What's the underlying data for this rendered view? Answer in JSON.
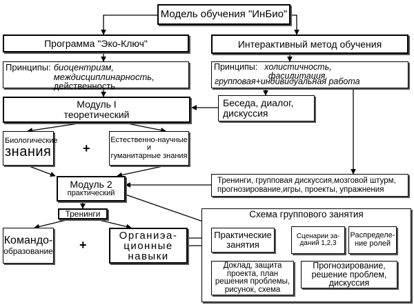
{
  "model": "Модель обучения \"ИнБио\"",
  "program": "Программа \"Эко-Ключ\"",
  "method": "Интерактивный метод обучения",
  "principles_left": {
    "prefix": "Принципы:",
    "line1": "биоцентризм,",
    "line2": "междисциплинарность,",
    "line3": "действенность"
  },
  "principles_right": {
    "prefix": "Принципы:",
    "line1": "холистичность,",
    "line2": "фасилитация,",
    "line3": "групповая+индивидуальная работа"
  },
  "module1": {
    "line1": "Модуль I",
    "line2": "теоретический"
  },
  "conversation": {
    "line1": "Беседа, диалог,",
    "line2": "дискуссия"
  },
  "bio_knowledge": {
    "line1": "Биологические",
    "line2": "знания"
  },
  "plus": "+",
  "science_humanities": {
    "line1": "Естественно-научные и",
    "line2": "гуманитарные знания"
  },
  "module2": {
    "line1": "Модуль 2",
    "line2": "практический"
  },
  "trainings_list": {
    "line1": "Тренинги, групповая дискуссия,мозговой штурм,",
    "line2": "прогнозирование,игры, проекты, упражнения"
  },
  "trainings_label": "Тренинги",
  "team_education": {
    "line1": "Командо-",
    "line2": "образование"
  },
  "org_skills": {
    "line1": "Органиэа-",
    "line2": "ционные",
    "line3": "навыки"
  },
  "group_scheme": {
    "title": "Схема группового  занятия",
    "practical": {
      "line1": "Практические",
      "line2": "занятия"
    },
    "scenarios": {
      "line1": "Сценарии за-",
      "line2": "даний 1,2,3"
    },
    "roles": {
      "line1": "Распределе-",
      "line2": "ние ролей"
    },
    "report": {
      "line1": "Доклад, защита",
      "line2": "проекта, план",
      "line3": "решения проблемы,",
      "line4": "рисунок, схема"
    },
    "forecast": {
      "line1": "Прогнозирование,",
      "line2": "решение проблем,",
      "line3": "дискуссия"
    }
  }
}
